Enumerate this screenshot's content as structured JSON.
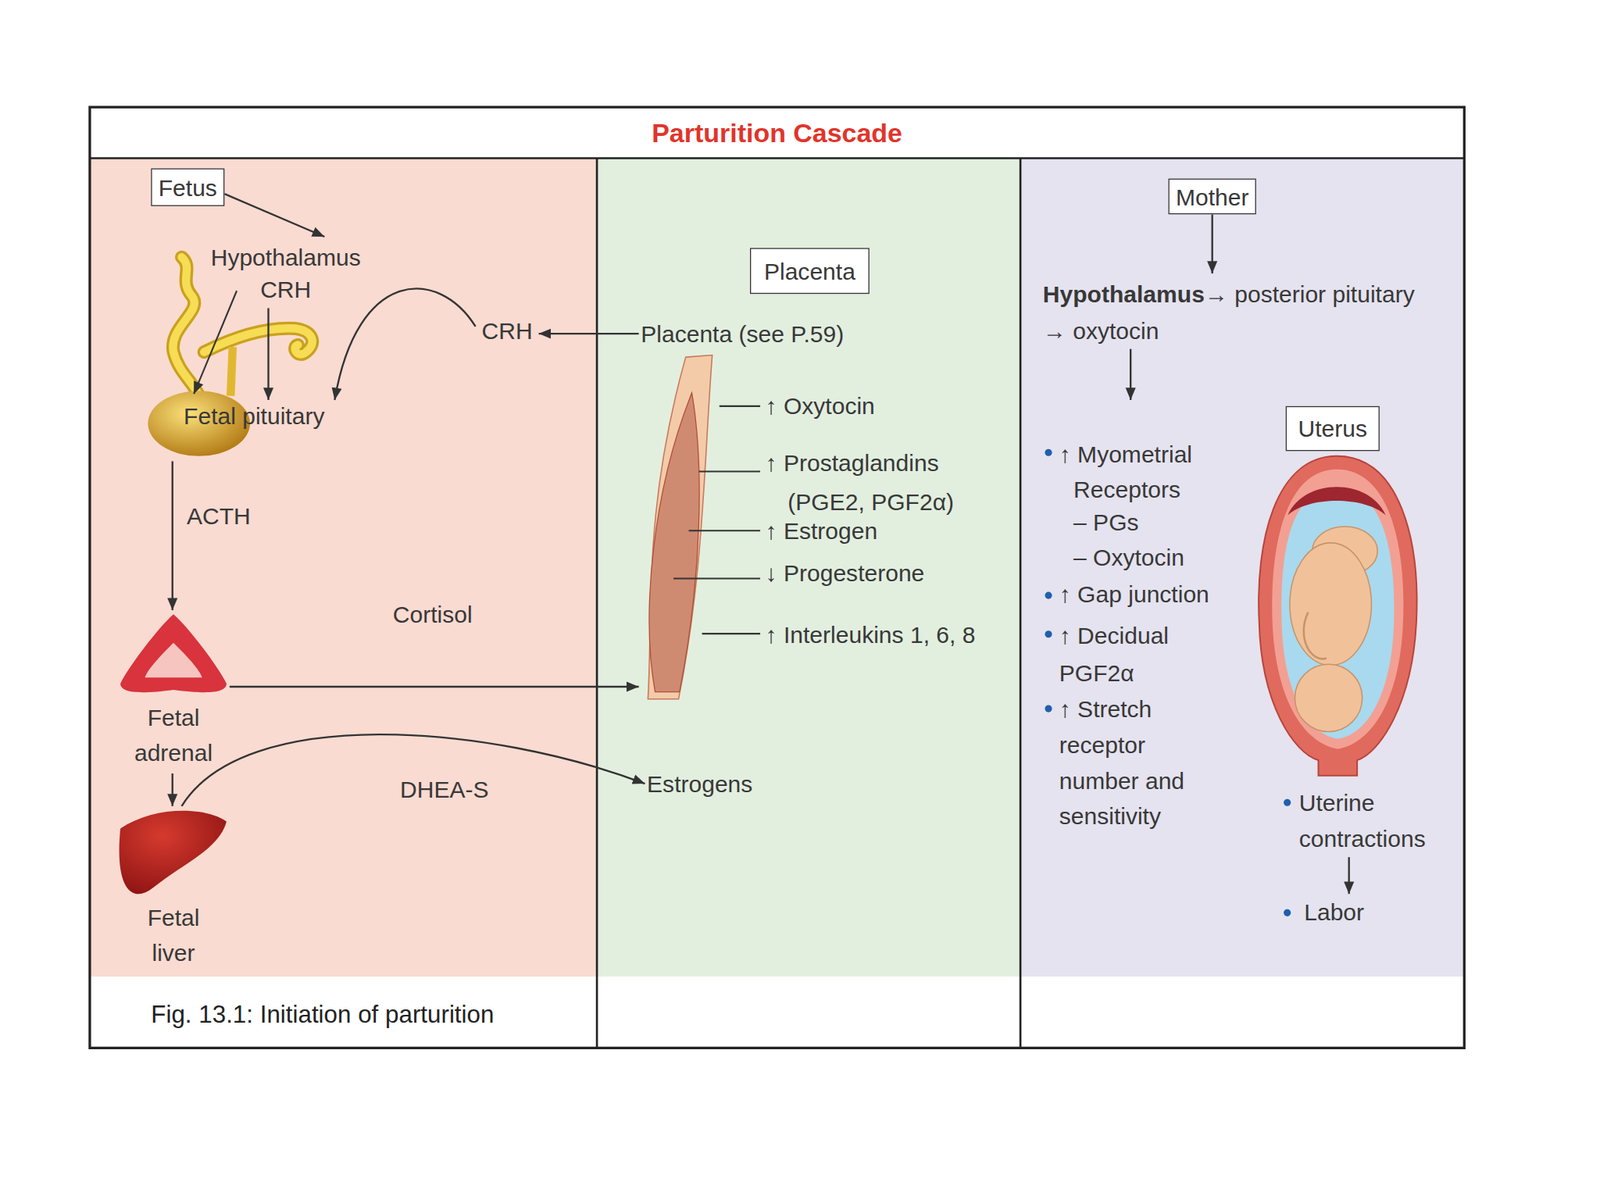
{
  "diagram": {
    "title": "Parturition Cascade",
    "caption": "Fig. 13.1: Initiation of parturition",
    "nodes": [
      {
        "text": [
          "Fetus"
        ]
      },
      {
        "text": [
          "Hypothalamus CRH"
        ]
      },
      {
        "text": [
          "Fetal pituitary"
        ]
      },
      {
        "text": [
          "CRH"
        ]
      },
      {
        "text": [
          "Placenta"
        ]
      },
      {
        "text": [
          "Placenta (see P.59)"
        ]
      },
      {
        "text": [
          "↑ Oxytocin",
          "↑ Prostaglandins (PGE2, PGF2α)",
          "↑ Estrogen",
          "↓ Progesterone",
          "↑ Interleukins 1, 6, 8"
        ]
      },
      {
        "text": [
          "Fetal adrenal"
        ]
      },
      {
        "text": [
          "Fetal liver"
        ]
      },
      {
        "text": [
          "Estrogens"
        ]
      },
      {
        "text": [
          "Mother"
        ]
      },
      {
        "text": [
          "Hypothalamus",
          "→ posterior pituitary → oxytocin"
        ]
      },
      {
        "text": [
          "↑ Myometrial Receptors",
          "– PGs",
          "– Oxytocin",
          "↑ Gap junction",
          "↑ Decidual PGF2α",
          "↑ Stretch receptor number and sensitivity"
        ]
      },
      {
        "text": [
          "Uterus"
        ]
      },
      {
        "text": [
          "Uterine contractions"
        ]
      },
      {
        "text": [
          "Labor"
        ]
      }
    ],
    "edges": [
      {
        "from": 0,
        "to": 1,
        "arrow": "to"
      },
      {
        "from": 1,
        "to": 2,
        "arrow": "to"
      },
      {
        "from": 3,
        "to": 2,
        "arrow": "to"
      },
      {
        "from": 5,
        "to": 3,
        "arrow": "to"
      },
      {
        "from": 2,
        "to": 7,
        "arrow": "to",
        "label": "ACTH"
      },
      {
        "from": 7,
        "to": 6,
        "arrow": "to",
        "label": "Cortisol"
      },
      {
        "from": 7,
        "to": 8,
        "arrow": "to"
      },
      {
        "from": 8,
        "to": 9,
        "arrow": "to",
        "label": "DHEA-S"
      },
      {
        "from": 10,
        "to": 11,
        "arrow": "to"
      },
      {
        "from": 11,
        "to": 12,
        "arrow": "to"
      },
      {
        "from": 14,
        "to": 15,
        "arrow": "to"
      }
    ]
  }
}
